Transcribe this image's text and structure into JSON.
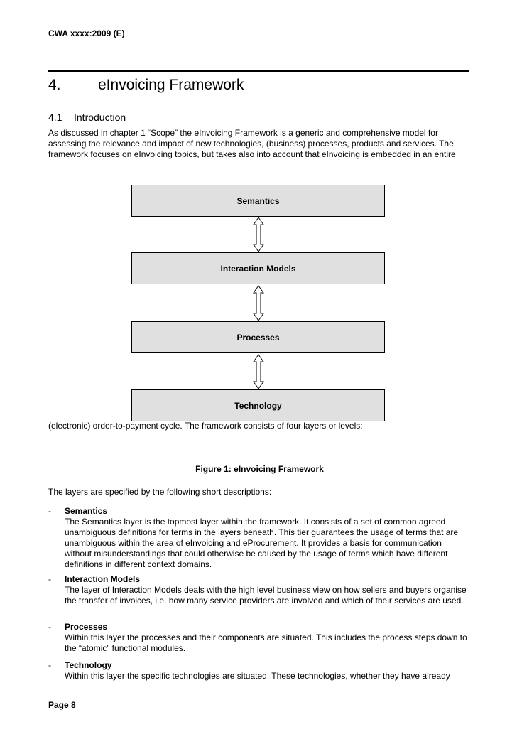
{
  "header": {
    "doc_ref": "CWA xxxx:2009 (E)"
  },
  "chapter": {
    "number": "4.",
    "title": "eInvoicing Framework"
  },
  "section": {
    "number": "4.1",
    "title": "Introduction"
  },
  "intro_text": "As discussed in chapter 1 “Scope” the eInvoicing Framework is a generic and comprehensive model for assessing the relevance and impact of new technologies, (business) processes, products and services. The framework focuses on eInvoicing topics, but takes also into account that eInvoicing is embedded in an entire",
  "diagram": {
    "boxes": [
      "Semantics",
      "Interaction Models",
      "Processes",
      "Technology"
    ]
  },
  "continuation_text": "(electronic) order-to-payment cycle. The framework consists of four layers or levels:",
  "figure_caption": "Figure 1: eInvoicing Framework",
  "layers_intro": "The layers are specified by the following short descriptions:",
  "layers": [
    {
      "bullet": "-",
      "title": "Semantics",
      "description": "The Semantics layer is the topmost layer within the framework. It consists of a set of common agreed unambiguous definitions for terms in the layers beneath. This tier guarantees the usage of terms that are unambiguous within the area of eInvoicing and eProcurement. It provides a basis for communication without misunderstandings that could otherwise be caused by the usage of terms which have different definitions in different context domains."
    },
    {
      "bullet": "-",
      "title": "Interaction Models",
      "description": "The layer of Interaction Models deals with the high level business view on how sellers and buyers organise the transfer of invoices, i.e. how many service providers are involved and which of their services are used."
    },
    {
      "bullet": "-",
      "title": "Processes",
      "description": "Within this layer the processes and their components are situated. This includes the process steps down to the “atomic” functional modules."
    },
    {
      "bullet": "-",
      "title": "Technology",
      "description": "Within this layer the specific technologies are situated. These technologies, whether they have already"
    }
  ],
  "footer": {
    "page": "Page 8"
  }
}
